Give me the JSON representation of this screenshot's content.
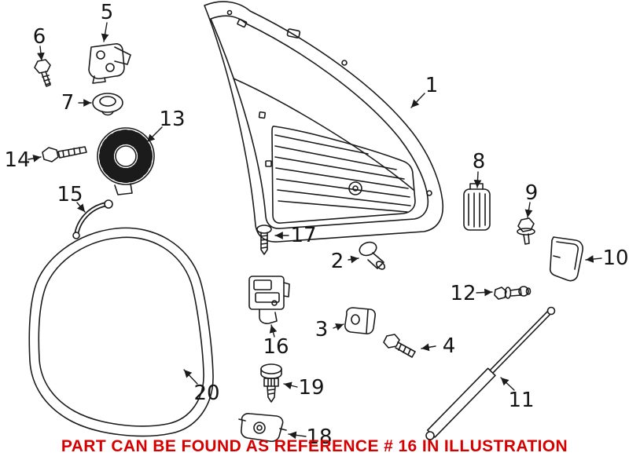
{
  "diagram": {
    "description": "Exploded parts illustration of vehicle liftgate assembly"
  },
  "parts": {
    "p1": "1",
    "p2": "2",
    "p3": "3",
    "p4": "4",
    "p5": "5",
    "p6": "6",
    "p7": "7",
    "p8": "8",
    "p9": "9",
    "p10": "10",
    "p11": "11",
    "p12": "12",
    "p13": "13",
    "p14": "14",
    "p15": "15",
    "p16": "16",
    "p17": "17",
    "p18": "18",
    "p19": "19",
    "p20": "20"
  },
  "banner": {
    "text": "PART CAN BE FOUND AS REFERENCE # 16 IN ILLUSTRATION"
  },
  "colors": {
    "line": "#1b1b1b",
    "banner_red": "#d60000",
    "background": "#ffffff"
  }
}
